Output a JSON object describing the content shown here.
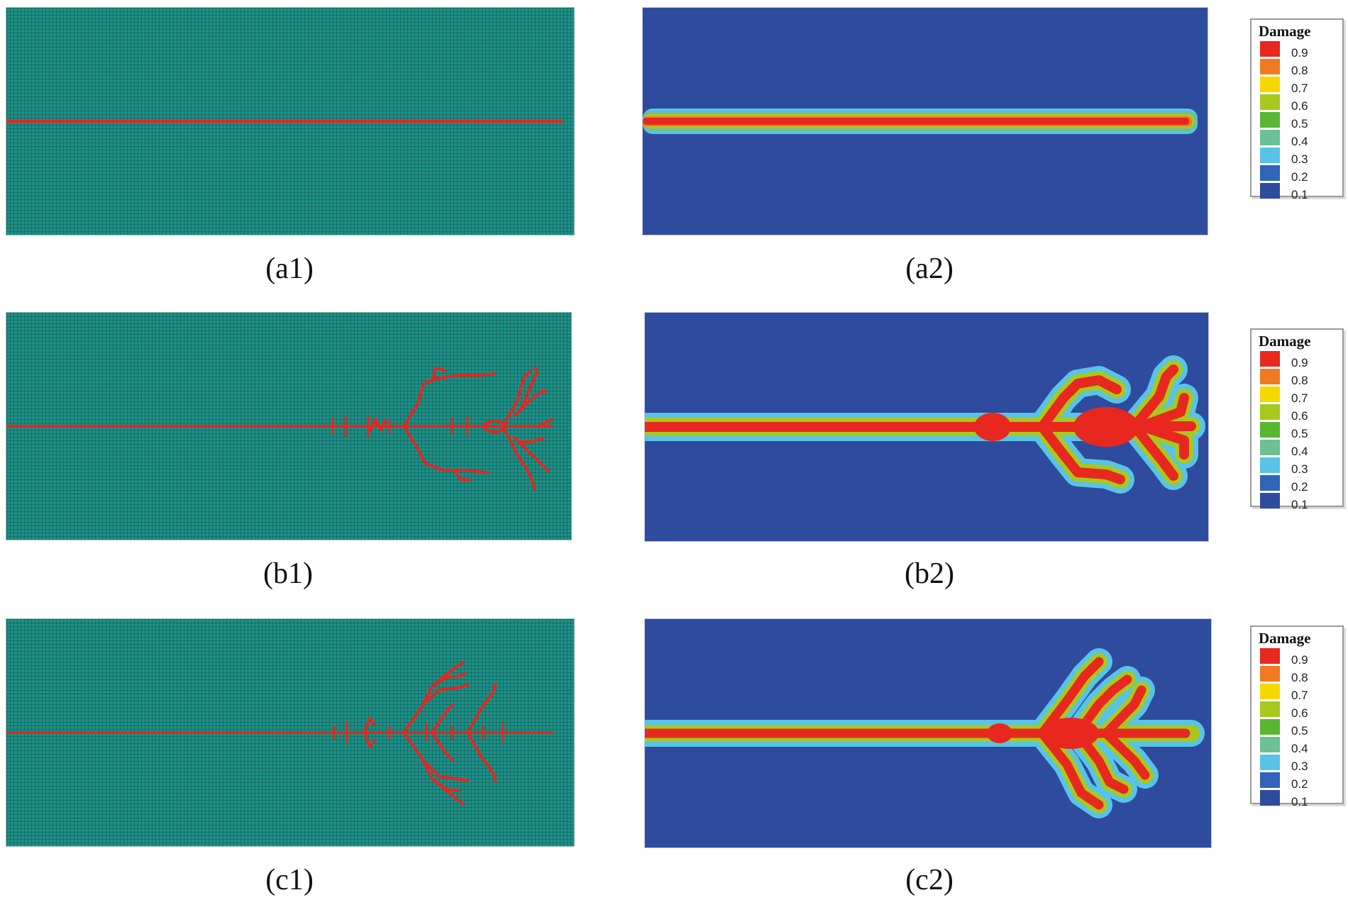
{
  "captions": {
    "a1": "(a1)",
    "a2": "(a2)",
    "b1": "(b1)",
    "b2": "(b2)",
    "c1": "(c1)",
    "c2": "(c2)"
  },
  "legend": {
    "title": "Damage",
    "levels": [
      "0.9",
      "0.8",
      "0.7",
      "0.6",
      "0.5",
      "0.4",
      "0.3",
      "0.2",
      "0.1"
    ],
    "colors": [
      "#e8281e",
      "#f07a22",
      "#f5d800",
      "#a8c81e",
      "#5ab532",
      "#6dbf96",
      "#58c3e6",
      "#2f64b9",
      "#2f4b9e"
    ]
  },
  "colors": {
    "mesh": "#1f8f86",
    "crack": "#e3261f",
    "field_background": "#2f4b9e"
  }
}
